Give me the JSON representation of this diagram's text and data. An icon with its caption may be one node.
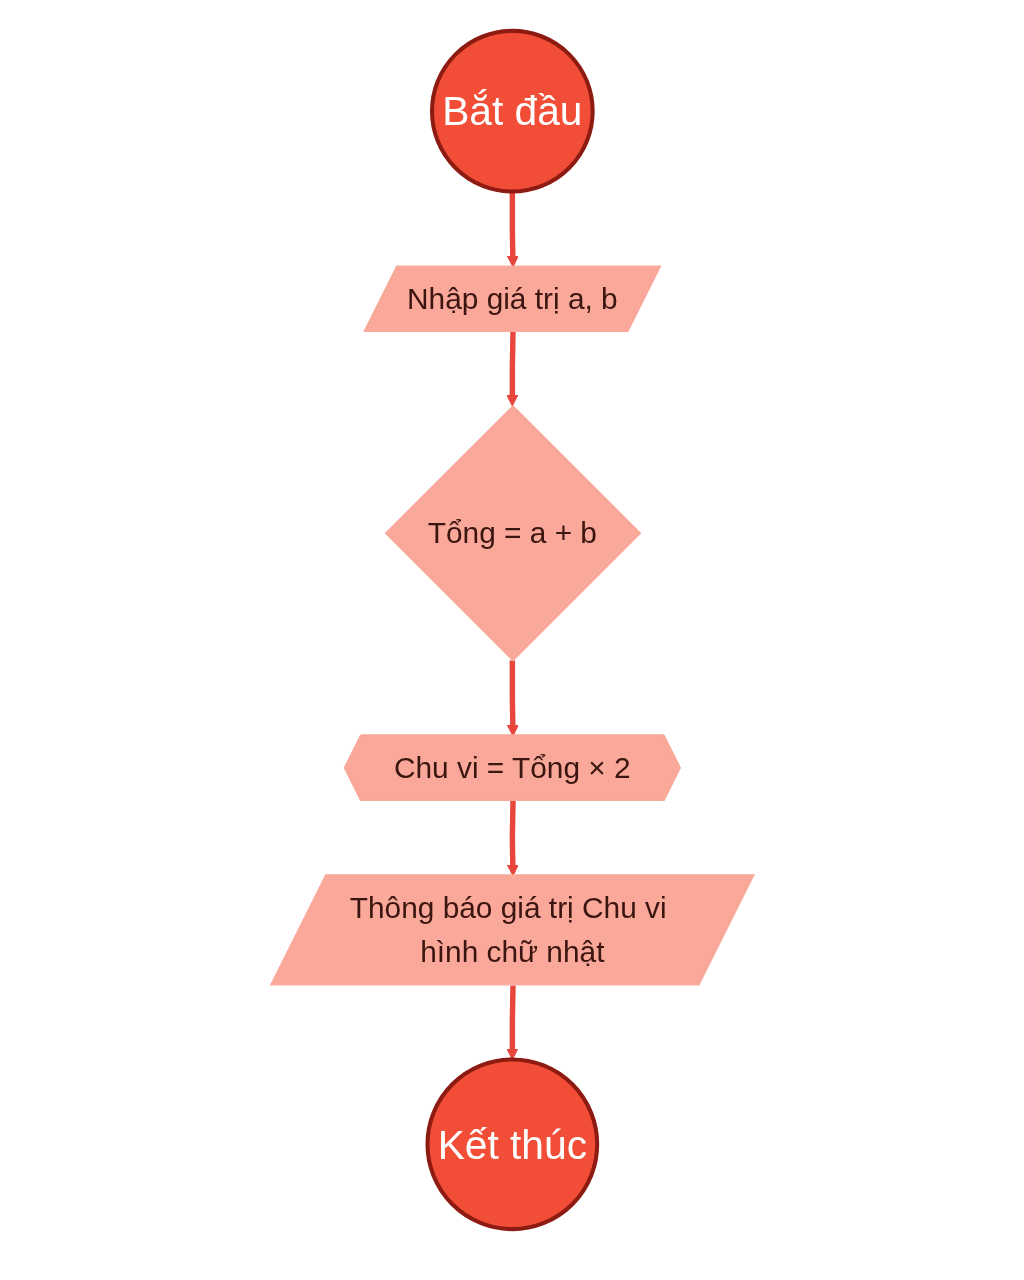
{
  "diagram": {
    "nodes": [
      {
        "text": [
          "Bắt đầu"
        ]
      },
      {
        "text": [
          "Nhập giá trị a, b"
        ]
      },
      {
        "text": [
          "Tổng = a + b"
        ]
      },
      {
        "text": [
          "Chu vi = Tổng × 2"
        ]
      },
      {
        "text": [
          "Thông báo giá trị Chu vi hình chữ nhật"
        ]
      },
      {
        "text": [
          "Kết thúc"
        ]
      }
    ],
    "edges": [
      {
        "from": 0,
        "to": 1,
        "arrow": "to"
      },
      {
        "from": 1,
        "to": 2,
        "arrow": "to"
      },
      {
        "from": 2,
        "to": 3,
        "arrow": "to"
      },
      {
        "from": 3,
        "to": 4,
        "arrow": "to"
      },
      {
        "from": 4,
        "to": 5,
        "arrow": "to"
      }
    ]
  }
}
